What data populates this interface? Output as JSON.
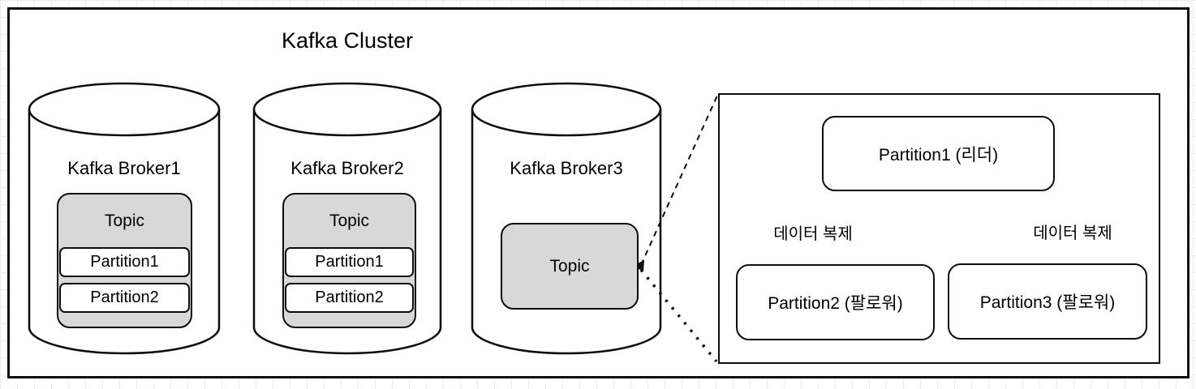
{
  "diagram": {
    "title": "Kafka Cluster",
    "brokers": [
      {
        "name": "Kafka Broker1",
        "topic": {
          "label": "Topic",
          "partitions": [
            "Partition1",
            "Partition2"
          ]
        }
      },
      {
        "name": "Kafka Broker2",
        "topic": {
          "label": "Topic",
          "partitions": [
            "Partition1",
            "Partition2"
          ]
        }
      },
      {
        "name": "Kafka Broker3",
        "topic": {
          "label": "Topic",
          "partitions": []
        }
      }
    ],
    "detail": {
      "leader": "Partition1 (리더)",
      "followers": [
        "Partition2 (팔로워)",
        "Partition3 (팔로워)"
      ],
      "replication_label_left": "데이터 복제",
      "replication_label_right": "데이터 복제"
    },
    "colors": {
      "topic_fill": "#d8d8d8",
      "stroke": "#0d0d0d",
      "grid": "#ececec",
      "background": "#ffffff"
    }
  }
}
